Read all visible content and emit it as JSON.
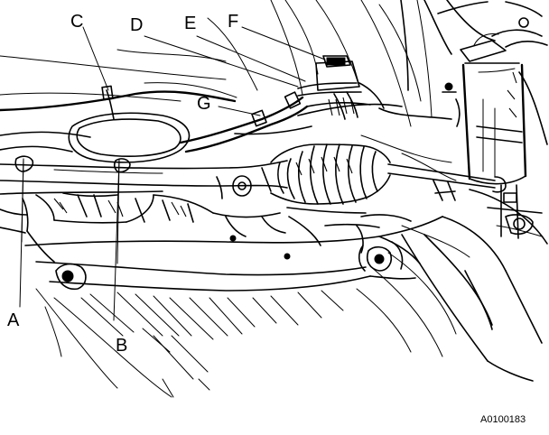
{
  "callouts": {
    "a": "A",
    "b": "B",
    "c": "C",
    "d": "D",
    "e": "E",
    "f": "F",
    "g": "G"
  },
  "figure_number": "A0100183"
}
